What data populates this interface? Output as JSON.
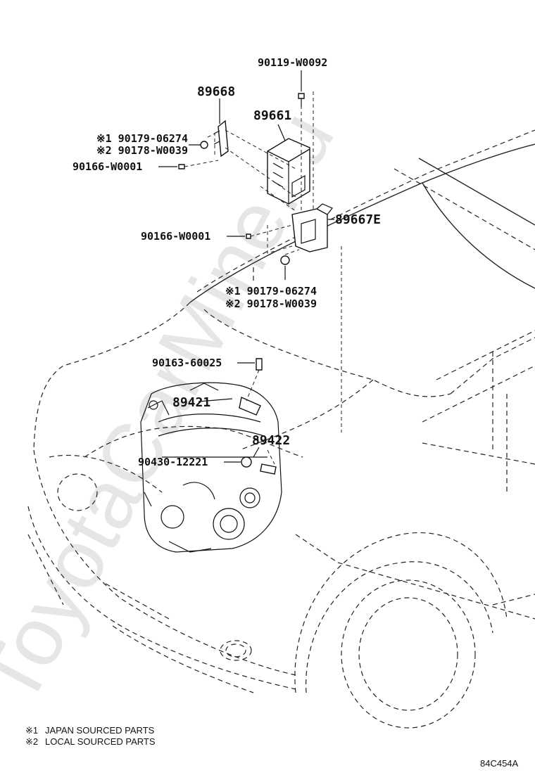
{
  "diagram": {
    "watermark": "ToyotaCarMine.ru",
    "reference_code": "84C454A",
    "legend": [
      {
        "mark": "※1",
        "text": "JAPAN SOURCED PARTS"
      },
      {
        "mark": "※2",
        "text": "LOCAL SOURCED PARTS"
      }
    ],
    "labels": {
      "p90119": "90119-W0092",
      "p89668": "89668",
      "p89661": "89661",
      "p90179_a": "※1 90179-06274",
      "p90178_a": "※2 90178-W0039",
      "p90166_a": "90166-W0001",
      "p89667E": "89667E",
      "p90166_b": "90166-W0001",
      "p90179_b": "※1 90179-06274",
      "p90178_b": "※2 90178-W0039",
      "p90163": "90163-60025",
      "p89421": "89421",
      "p89422": "89422",
      "p90430": "90430-12221"
    }
  }
}
